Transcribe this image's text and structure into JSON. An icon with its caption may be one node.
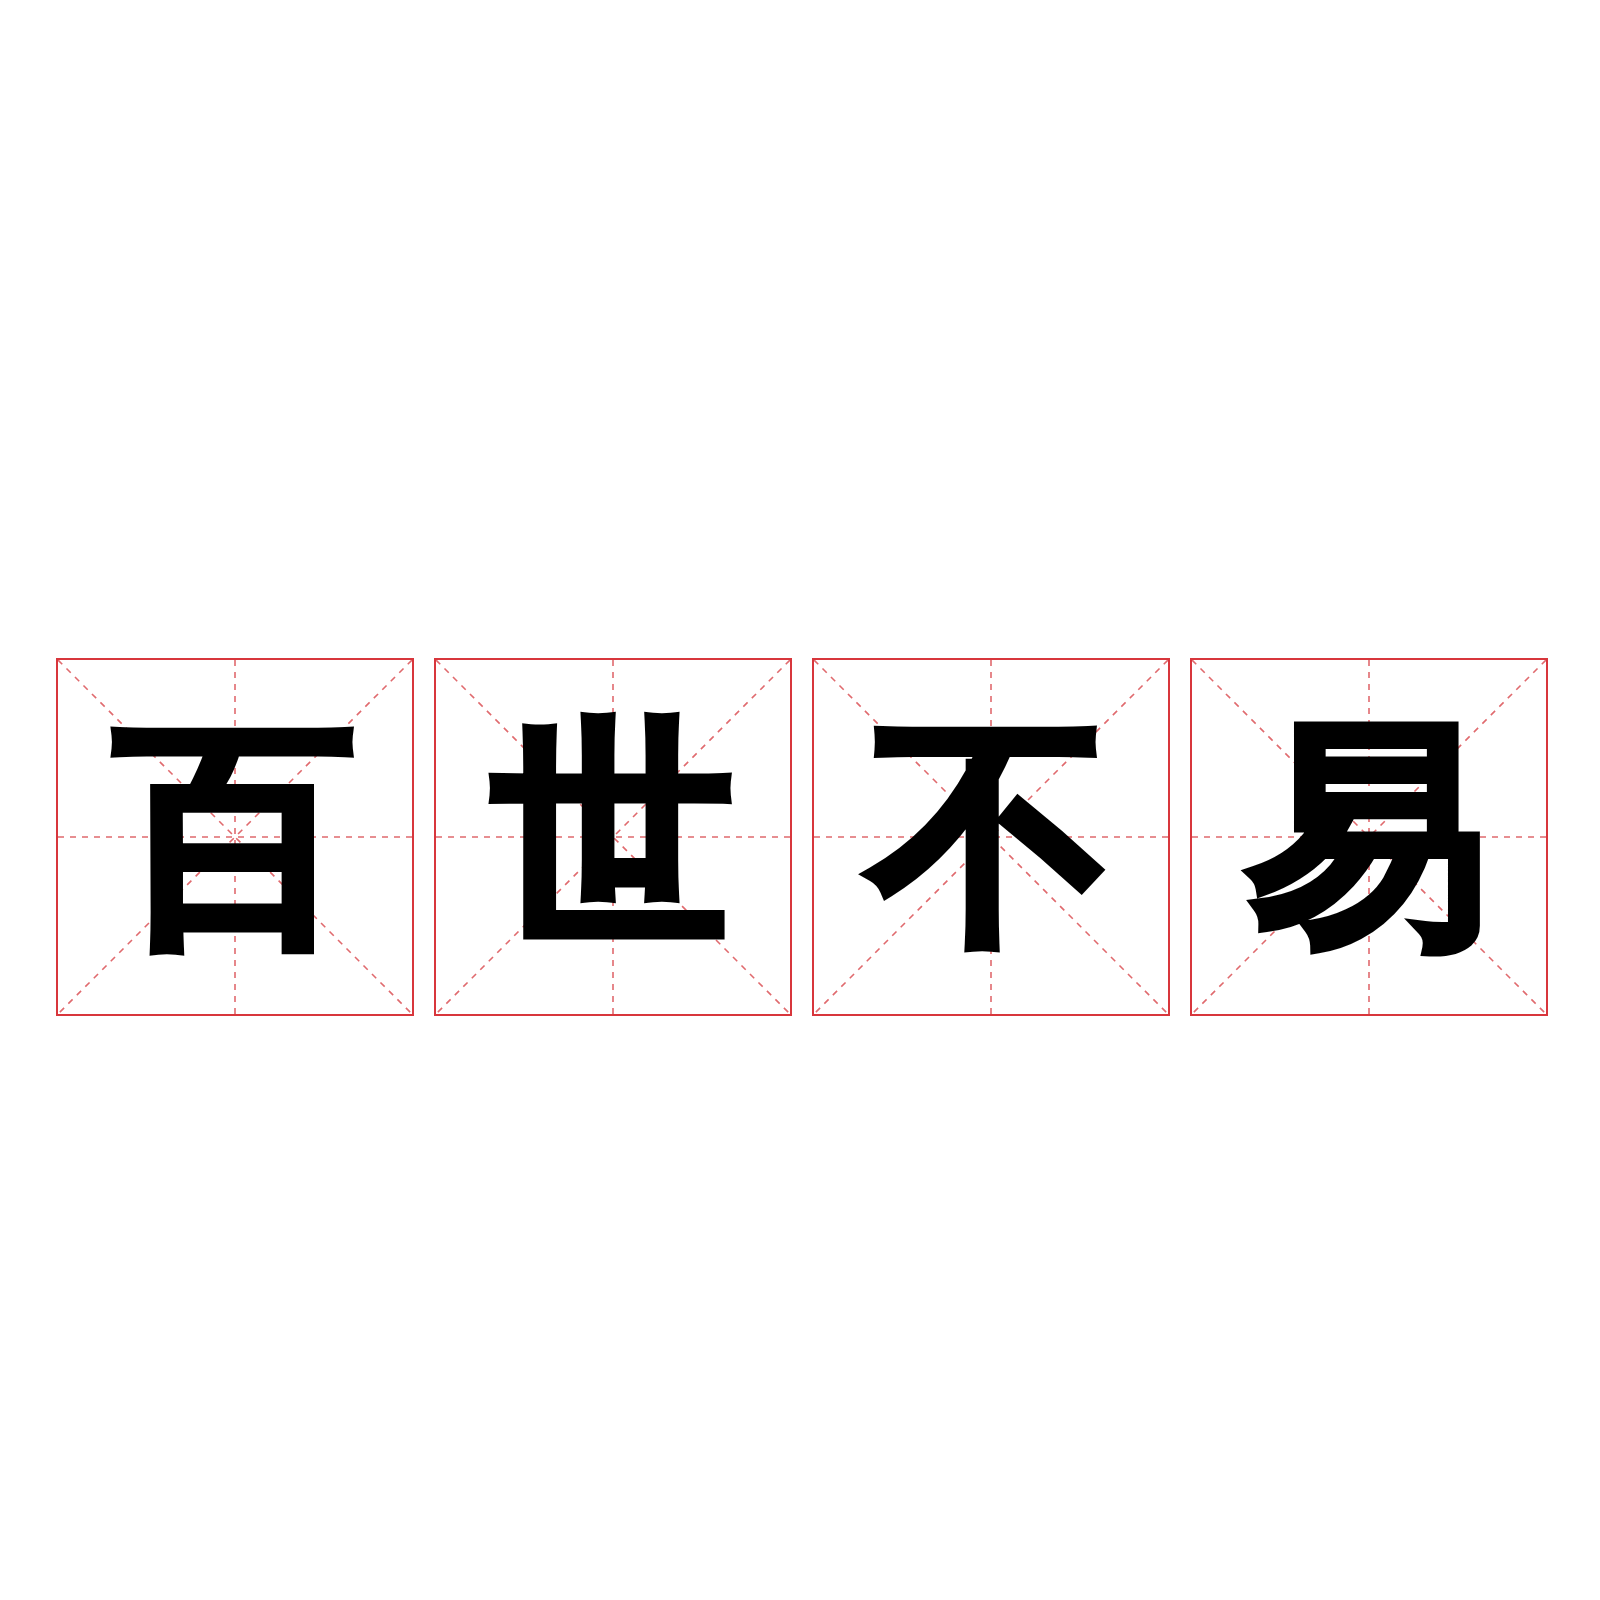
{
  "diagram": {
    "nodes": [
      {
        "text": [
          "百"
        ]
      },
      {
        "text": [
          "世"
        ]
      },
      {
        "text": [
          "不"
        ]
      },
      {
        "text": [
          "易"
        ]
      }
    ]
  }
}
